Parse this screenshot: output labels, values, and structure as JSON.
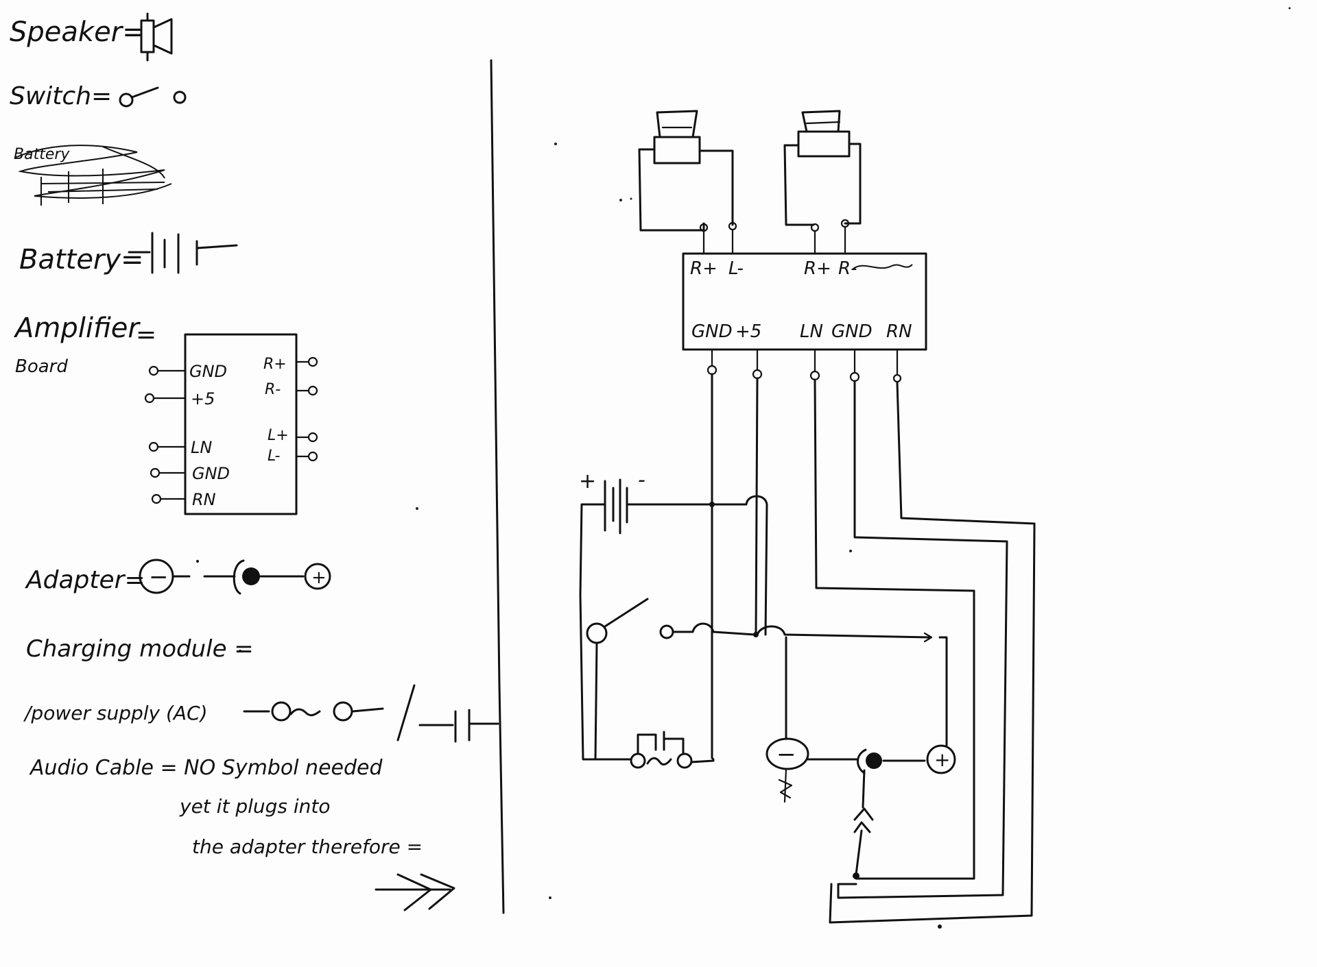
{
  "legend": {
    "speaker_label": "Speaker=",
    "switch_label": "Switch=",
    "battery_scribbled_label": "Battery",
    "battery_label": "Battery=",
    "amplifier_label": "Amplifier",
    "amplifier_label_eq": "=",
    "amplifier_sublabel": "Board",
    "amp_left_pins": [
      "GND",
      "+5",
      "LN",
      "GND",
      "RN"
    ],
    "amp_right_pins": [
      "R+",
      "R-",
      "L+",
      "L-"
    ],
    "adapter_label": "Adapter=",
    "adapter_minus": "−",
    "adapter_plus": "+",
    "charging_label": "Charging module =",
    "power_supply_label": "/power supply (AC)",
    "audio_cable_line1": "Audio Cable = NO Symbol needed",
    "audio_cable_line2": "yet it plugs into",
    "audio_cable_line3": "the adapter therefore ="
  },
  "circuit": {
    "amp_top_pins": [
      "R+",
      "L-",
      "R+",
      "R-"
    ],
    "amp_bottom_pins": [
      "GND",
      "+5",
      "LN",
      "GND",
      "RN"
    ],
    "battery_plus": "+",
    "battery_minus": "-",
    "adapter_minus": "−",
    "adapter_plus": "+"
  },
  "colors": {
    "ink": "#111111",
    "paper": "#fdfdfd"
  }
}
